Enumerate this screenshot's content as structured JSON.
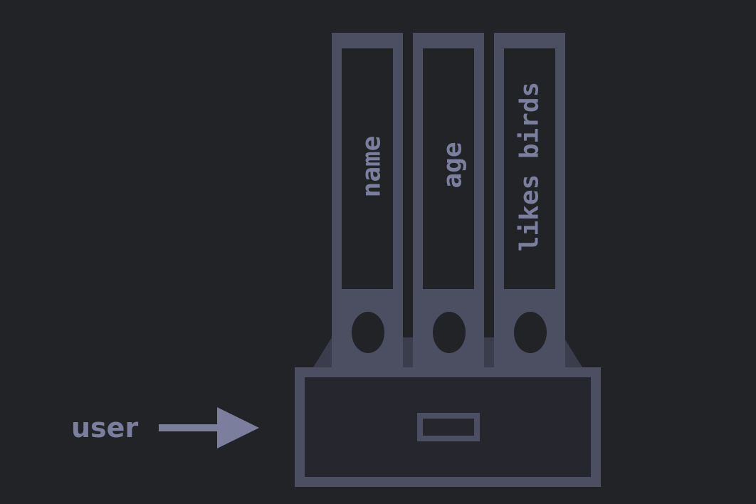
{
  "diagram": {
    "pointer_label": "user",
    "binders": [
      {
        "label": "name"
      },
      {
        "label": "age"
      },
      {
        "label": "likes birds"
      }
    ]
  },
  "colors": {
    "background": "#222327",
    "frame": "#4c4e62",
    "frame_dark": "#3a3c4a",
    "inner": "#222327",
    "drawer_inner": "#25262e",
    "text": "#7b7e9c"
  }
}
